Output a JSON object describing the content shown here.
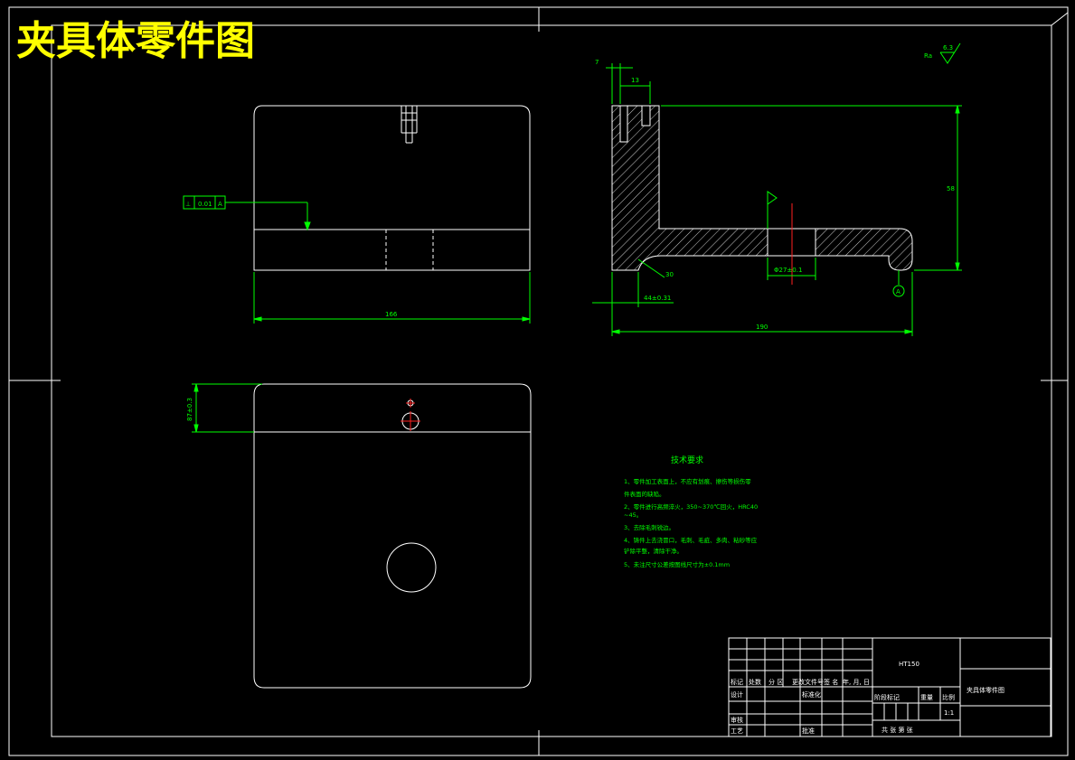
{
  "drawing_title": "夹具体零件图",
  "views": {
    "front": {
      "width_dim": "166",
      "perp_tol": "0.01",
      "perp_symbol": "⊥",
      "datum": "A"
    },
    "side": {
      "length_dim": "190",
      "height_dim": "58",
      "top_width_dim": "13",
      "slot_dim": "7",
      "bore_dim": "Φ27±0.1",
      "offset_dim": "44±0.31",
      "chamfer_dim": "30",
      "surface_roughness": "6.3",
      "roughness_other": "Ra",
      "datum": "A"
    },
    "plan": {
      "offset_dim": "87±0.3"
    }
  },
  "technical_requirements": {
    "title": "技术要求",
    "lines": [
      "1、零件加工表面上，不应有划痕、擦伤等损伤零",
      "件表面的缺陷。",
      "2、零件进行高频淬火，350~370℃回火，HRC40",
      "~45。",
      "3、去除毛刺锐边。",
      "4、铸件上去浇冒口，毛刺、毛疵、多肉、粘砂等应",
      "铲除平整，清除干净。",
      "5、未注尺寸公差按图线尺寸为±0.1mm"
    ]
  },
  "title_block": {
    "material": "HT150",
    "part_name": "夹具体零件图",
    "scale": "1:1",
    "headers": [
      "标记",
      "处数",
      "分 区",
      "更改文件号",
      "签 名",
      "年, 月, 日"
    ],
    "row_design": "设计",
    "row_standard": "标准化",
    "row_review": "审核",
    "row_process": "工艺",
    "row_approve": "批准",
    "stage_label": "阶段标记",
    "weight_label": "重量",
    "scale_label": "比例",
    "sheets_label": "共  张  第  张"
  }
}
